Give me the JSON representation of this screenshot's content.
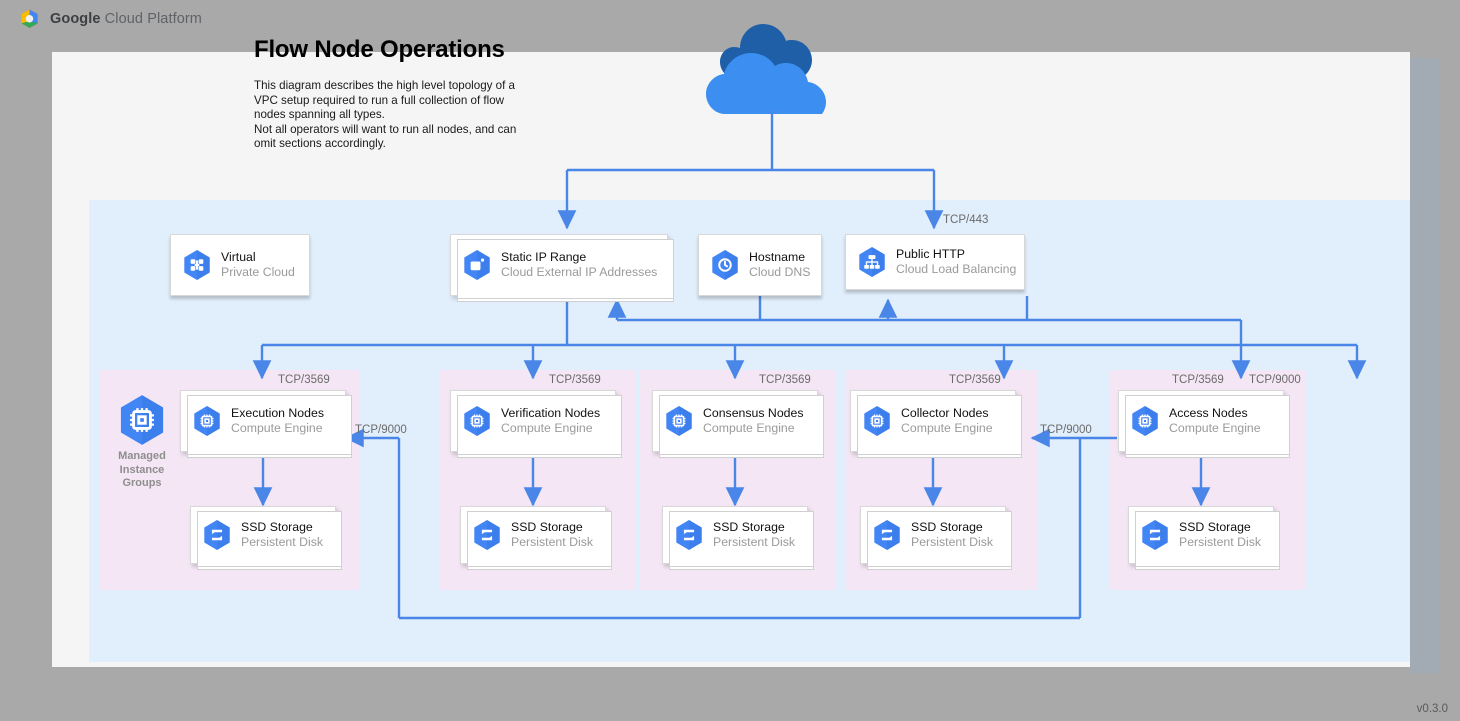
{
  "brand": {
    "logo_icon": "google-cloud-hexagon-logo",
    "word_bold": "Google",
    "word_rest": " Cloud Platform"
  },
  "page": {
    "title": "Flow Node Operations",
    "description_lines": [
      "This diagram describes the high level topology of a",
      "VPC setup required to run a full collection of flow",
      "nodes spanning all types.",
      "Not all operators will want to run all nodes, and can",
      "omit sections accordingly."
    ],
    "version": "v0.3.0"
  },
  "colors": {
    "vpc_region": "#e1eefb",
    "group_region": "#f4e6f4",
    "connector": "#4a86e8",
    "gcp_icon_blue": "#4285f4",
    "cloud_light": "#3c8ef0",
    "cloud_dark": "#1f5fa8",
    "page_bg": "#f5f5f5",
    "desktop_bg": "#a9a9a9",
    "label_primary": "#111111",
    "label_secondary": "#9a9a9a",
    "port_label": "#6b6b6b"
  },
  "internet": {
    "icon": "cloud-icon",
    "label": ""
  },
  "top_row": [
    {
      "id": "vpc",
      "icon": "virtual-private-cloud-icon",
      "title": "Virtual",
      "subtitle": "Private Cloud",
      "stacked": false
    },
    {
      "id": "static-ip",
      "icon": "static-ip-range-icon",
      "title": "Static IP Range",
      "subtitle": "Cloud External IP Addresses",
      "stacked": true
    },
    {
      "id": "hostname",
      "icon": "cloud-dns-icon",
      "title": "Hostname",
      "subtitle": "Cloud DNS",
      "stacked": false
    },
    {
      "id": "public-http",
      "icon": "cloud-load-balancing-icon",
      "title": "Public HTTP",
      "subtitle": "Cloud Load Balancing",
      "stacked": false
    }
  ],
  "managed_instance_groups": {
    "icon": "managed-instance-groups-icon",
    "caption_lines": [
      "Managed",
      "Instance",
      "Groups"
    ]
  },
  "groups": [
    {
      "id": "execution",
      "node": {
        "icon": "compute-engine-icon",
        "title": "Execution Nodes",
        "subtitle": "Compute Engine"
      },
      "storage": {
        "icon": "persistent-disk-icon",
        "title": "SSD Storage",
        "subtitle": "Persistent Disk"
      }
    },
    {
      "id": "verification",
      "node": {
        "icon": "compute-engine-icon",
        "title": "Verification Nodes",
        "subtitle": "Compute Engine"
      },
      "storage": {
        "icon": "persistent-disk-icon",
        "title": "SSD Storage",
        "subtitle": "Persistent Disk"
      }
    },
    {
      "id": "consensus",
      "node": {
        "icon": "compute-engine-icon",
        "title": "Consensus Nodes",
        "subtitle": "Compute Engine"
      },
      "storage": {
        "icon": "persistent-disk-icon",
        "title": "SSD Storage",
        "subtitle": "Persistent Disk"
      }
    },
    {
      "id": "collector",
      "node": {
        "icon": "compute-engine-icon",
        "title": "Collector Nodes",
        "subtitle": "Compute Engine"
      },
      "storage": {
        "icon": "persistent-disk-icon",
        "title": "SSD Storage",
        "subtitle": "Persistent Disk"
      }
    },
    {
      "id": "access",
      "node": {
        "icon": "compute-engine-icon",
        "title": "Access Nodes",
        "subtitle": "Compute Engine"
      },
      "storage": {
        "icon": "persistent-disk-icon",
        "title": "SSD Storage",
        "subtitle": "Persistent Disk"
      }
    }
  ],
  "port_labels": [
    {
      "id": "tcp443-lb",
      "text": "TCP/443"
    },
    {
      "id": "tcp3569-execution",
      "text": "TCP/3569"
    },
    {
      "id": "tcp3569-verification",
      "text": "TCP/3569"
    },
    {
      "id": "tcp3569-consensus",
      "text": "TCP/3569"
    },
    {
      "id": "tcp3569-collector",
      "text": "TCP/3569"
    },
    {
      "id": "tcp3569-access",
      "text": "TCP/3569"
    },
    {
      "id": "tcp9000-access-in",
      "text": "TCP/9000"
    },
    {
      "id": "tcp9000-collector",
      "text": "TCP/9000"
    },
    {
      "id": "tcp9000-execution",
      "text": "TCP/9000"
    }
  ]
}
